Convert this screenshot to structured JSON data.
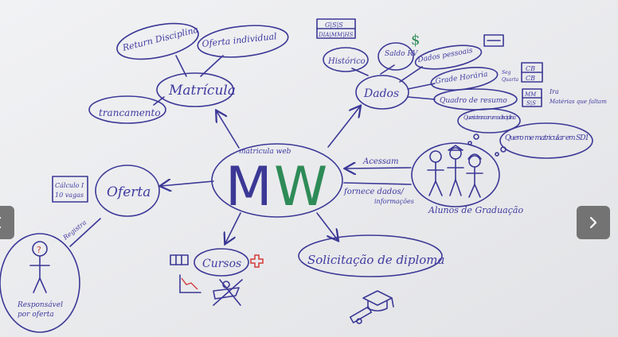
{
  "center": {
    "small_label": "matricula web",
    "letter_m": "M",
    "letter_w": "W"
  },
  "matricula": {
    "title": "Matrícula",
    "children": [
      "Return Disciplina",
      "Oferta individual",
      "trancamento"
    ]
  },
  "dados": {
    "title": "Dados",
    "children": [
      "Histórico",
      "Saldo RV",
      "Dados pessoais",
      "Grade Horária",
      "Quadro de resumo"
    ],
    "gss_top": "G|S|S",
    "gss_bottom": "DIA|MM|HS",
    "cb_top": "CB",
    "cb_bottom": "CB",
    "ss_top": "MM",
    "ss_bottom": "S|S",
    "note_1": "Ira",
    "note_2": "Matérias que faltam",
    "grade_left_1": "Seg",
    "grade_left_2": "Quarta"
  },
  "alunos": {
    "label": "Alunos de Graduação",
    "bubble_1": "Queria trancar uma disciplina",
    "bubble_2": "Quero me matricular em SD1",
    "arrow_in": "Acessam",
    "arrow_out_1": "fornece dados/",
    "arrow_out_2": "informações"
  },
  "oferta": {
    "title": "Oferta",
    "note_1": "Cálculo I",
    "note_2": "10 vagas",
    "link_label": "Registra",
    "person_label_1": "Responsável",
    "person_label_2": "por oferta"
  },
  "cursos": {
    "title": "Cursos"
  },
  "diploma": {
    "title": "Solicitação de diploma"
  },
  "colors": {
    "ink": "#3b3896",
    "m_letter": "#3b3896",
    "w_letter": "#2e8b57",
    "red": "#d23a3a",
    "green": "#2e8b57"
  },
  "icons": {
    "prev": "chevron-left-icon",
    "next": "chevron-right-icon"
  }
}
